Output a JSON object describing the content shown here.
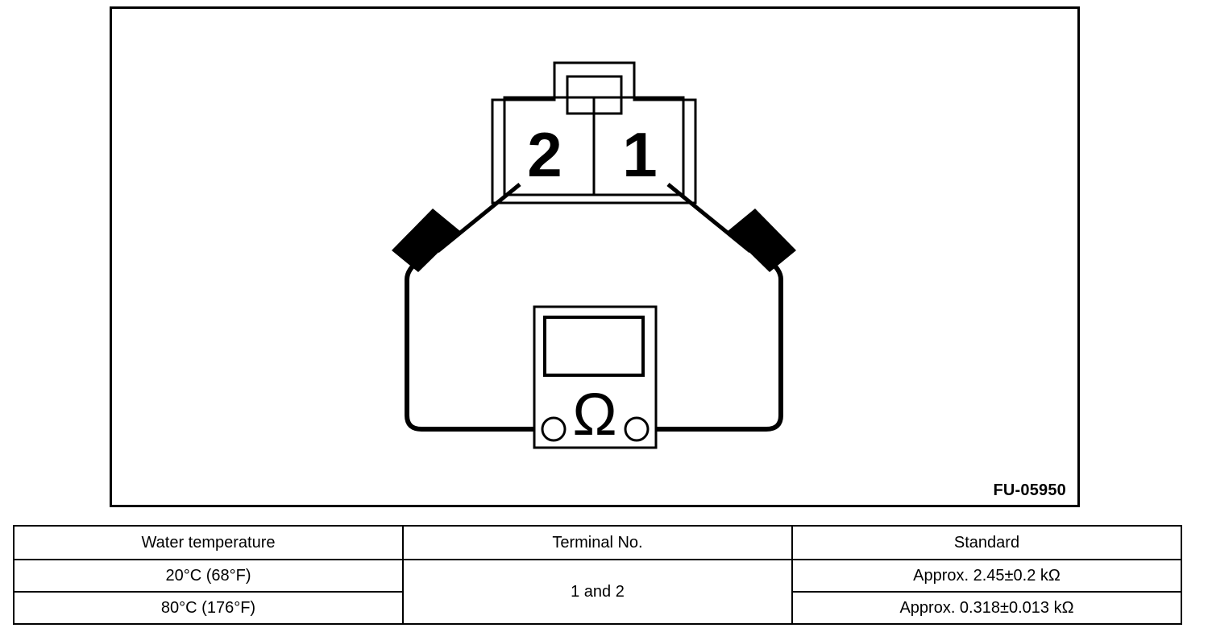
{
  "figure": {
    "code": "FU-05950",
    "connector": {
      "terminal_left_label": "2",
      "terminal_right_label": "1"
    },
    "meter": {
      "symbol": "Ω",
      "name": "ohmmeter"
    }
  },
  "table": {
    "headers": [
      "Water temperature",
      "Terminal No.",
      "Standard"
    ],
    "rows": [
      {
        "water_temperature": "20°C (68°F)",
        "terminal_no": "1 and 2",
        "standard": "Approx. 2.45±0.2 kΩ"
      },
      {
        "water_temperature": "80°C (176°F)",
        "standard": "Approx. 0.318±0.013 kΩ"
      }
    ]
  },
  "colors": {
    "line": "#000000",
    "background": "#ffffff"
  }
}
